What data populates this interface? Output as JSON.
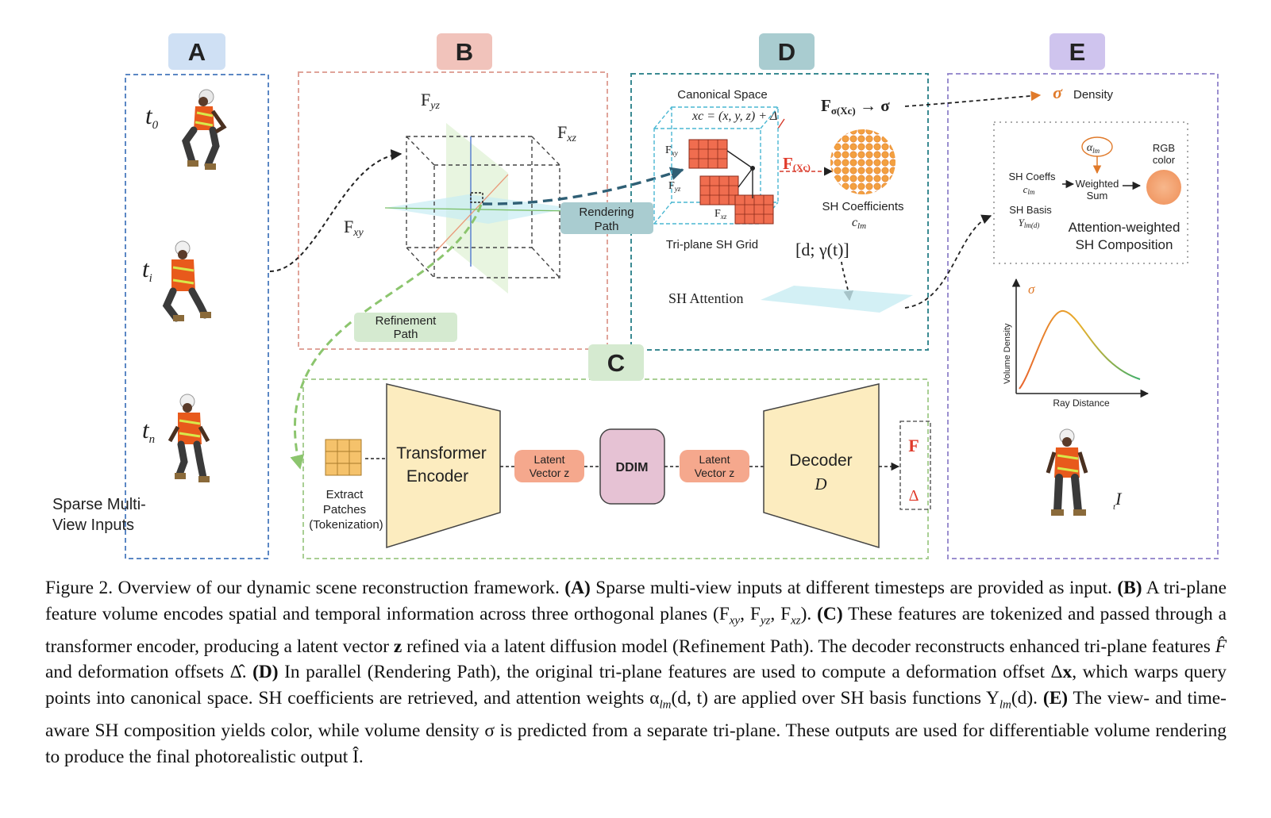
{
  "panels": {
    "a": {
      "label": "A",
      "color": "#5b87c4",
      "tag_fill": "#cfe0f4"
    },
    "b": {
      "label": "B",
      "color": "#e0a49a",
      "tag_fill": "#f1c3bb"
    },
    "c": {
      "label": "C",
      "color": "#a9cf94",
      "tag_fill": "#d5ead0"
    },
    "d": {
      "label": "D",
      "color": "#3a8a92",
      "tag_fill": "#a9ccd0"
    },
    "e": {
      "label": "E",
      "color": "#9b8fcf",
      "tag_fill": "#cfc4ee"
    }
  },
  "panel_a": {
    "t0": "t",
    "t0_sub": "0",
    "ti": "t",
    "ti_sub": "i",
    "tn": "t",
    "tn_sub": "n",
    "inputs_label_1": "Sparse Multi-",
    "inputs_label_2": "View Inputs"
  },
  "panel_b": {
    "fyz": "F",
    "fyz_sub": "yz",
    "fxz": "F",
    "fxz_sub": "xz",
    "fxy": "F",
    "fxy_sub": "xy",
    "refinement_1": "Refinement",
    "refinement_2": "Path",
    "rendering_1": "Rendering",
    "rendering_2": "Path"
  },
  "panel_d": {
    "canonical_space": "Canonical Space",
    "xc_eq": "xc = (x, y, z) + Δ",
    "fsigma": "F",
    "fsigma_sub": "σ(Xc)",
    "fsigma_arrow": " → σ",
    "f_xc": "F",
    "f_xc_sub": "(Xc)",
    "fxy_small": "F",
    "fxy_small_sub": "xy",
    "fyz_small": "F",
    "fyz_small_sub": "yz",
    "fxz_small": "F",
    "fxz_small_sub": "xz",
    "triplane_grid": "Tri-plane SH Grid",
    "sh_coeffs": "SH Coefficients",
    "clm": "c",
    "clm_sub": "lm",
    "d_gamma": "[d; γ(t)]",
    "sh_attention": "SH Attention"
  },
  "panel_c": {
    "extract_1": "Extract",
    "extract_2": "Patches",
    "extract_3": "(Tokenization)",
    "encoder_1": "Transformer",
    "encoder_2": "Encoder",
    "latent_a_1": "Latent",
    "latent_a_2": "Vector z",
    "ddim": "DDIM",
    "latent_b_1": "Latent",
    "latent_b_2": "Vector z",
    "decoder_1": "Decoder",
    "decoder_2": "D",
    "out_f": "F",
    "out_delta": "Δ"
  },
  "panel_e": {
    "sigma": "σ",
    "density": "Density",
    "alpha": "α",
    "alpha_sub": "lm",
    "rgb_1": "RGB",
    "rgb_2": "color",
    "sh_coeffs_1": "SH Coeffs",
    "sh_coeffs_2": "c",
    "sh_coeffs_2_sub": "lm",
    "weighted_1": "Weighted",
    "weighted_2": "Sum",
    "sh_basis_1": "SH Basis",
    "sh_basis_2": "Y",
    "sh_basis_2_sub": "lm(d)",
    "attn_1": "Attention-weighted",
    "attn_2": "SH Composition",
    "plot_sigma": "σ",
    "plot_ylabel": "Volume Density",
    "plot_xlabel": "Ray Distance",
    "output": "I",
    "output_pre": "t"
  },
  "caption": {
    "fig": "Figure 2.",
    "intro": " Overview of our dynamic scene reconstruction framework. ",
    "a_tag": "(A)",
    "a_text": " Sparse multi-view inputs at different timesteps are provided as input. ",
    "b_tag": "(B)",
    "b_text": " A tri-plane feature volume encodes spatial and temporal information across three orthogonal planes (F",
    "b_xy": "xy",
    "b_c1": ", F",
    "b_yz": "yz",
    "b_c2": ", F",
    "b_xz": "xz",
    "b_end": "). ",
    "c_tag": "(C)",
    "c_text1": " These features are tokenized and passed through a transformer encoder, producing a latent vector ",
    "c_z": "z",
    "c_text2": " refined via a latent diffusion model (Refinement Path). The decoder reconstructs enhanced tri-plane features ",
    "c_f": "F̂",
    "c_text3": " and deformation offsets ",
    "c_delta": "Δ̂",
    "c_end": ". ",
    "d_tag": "(D)",
    "d_text1": " In parallel (Rendering Path), the original tri-plane features are used to compute a deformation offset Δ",
    "d_x": "x",
    "d_text2": ", which warps query points into canonical space. SH coefficients are retrieved, and attention weights α",
    "d_lm": "lm",
    "d_text3": "(d, t) are applied over SH basis functions Y",
    "d_lm2": "lm",
    "d_text4": "(d). ",
    "e_tag": "(E)",
    "e_text": " The view- and time-aware SH composition yields color, while volume density σ is predicted from a separate tri-plane. These outputs are used for differentiable volume rendering to produce the final photorealistic output Î."
  }
}
